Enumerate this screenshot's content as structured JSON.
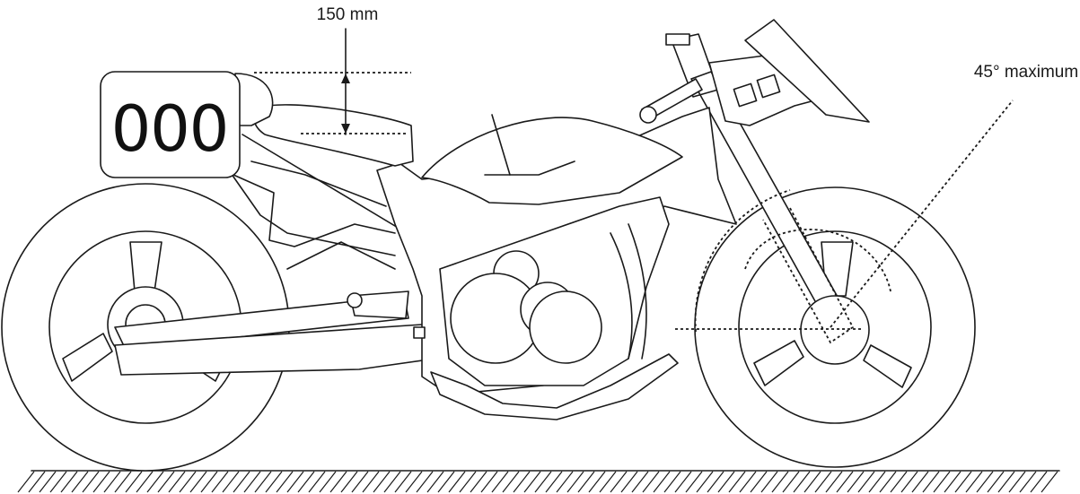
{
  "annotations": {
    "height_label": "150 mm",
    "angle_label": "45° maximum"
  },
  "number_plate": {
    "text": "000"
  }
}
